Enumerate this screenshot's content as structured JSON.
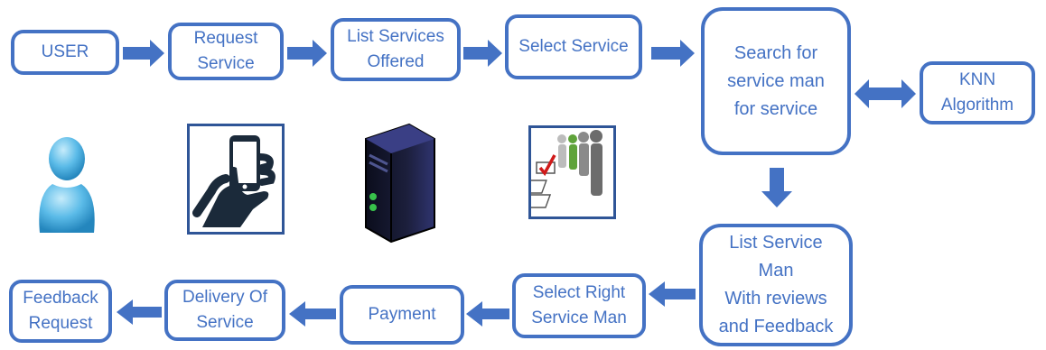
{
  "diagram": {
    "accent_color": "#4472c4",
    "nodes": {
      "user": "USER",
      "request_service": "Request\nService",
      "list_services": "List Services\nOffered",
      "select_service": "Select Service",
      "search": "Search for\nservice man\nfor service",
      "knn": "KNN\nAlgorithm",
      "list_service_man": "List Service\nMan\nWith reviews\nand Feedback",
      "select_right": "Select Right\nService Man",
      "payment": "Payment",
      "delivery": "Delivery Of\nService",
      "feedback": "Feedback\nRequest"
    },
    "icons": [
      "person-icon",
      "phone-in-hand-icon",
      "server-icon",
      "queue-selection-icon"
    ]
  }
}
